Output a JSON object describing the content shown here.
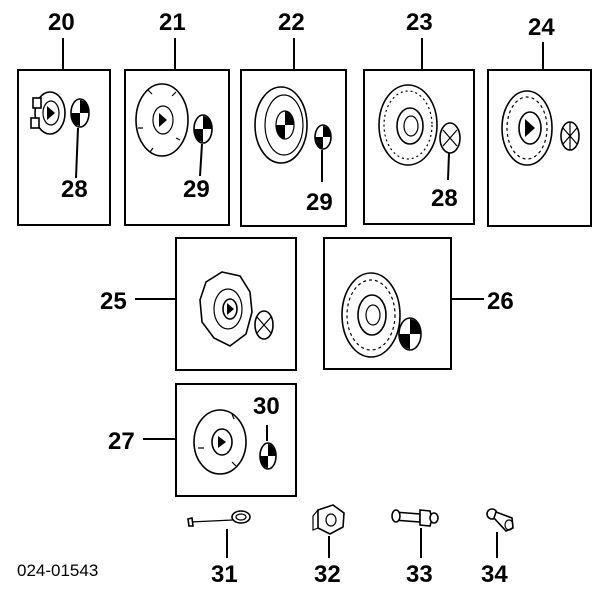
{
  "diagram": {
    "code": "024-01543",
    "callouts": {
      "c20": "20",
      "c21": "21",
      "c22": "22",
      "c23": "23",
      "c24": "24",
      "c25": "25",
      "c26": "26",
      "c27": "27",
      "c28a": "28",
      "c29a": "29",
      "c29b": "29",
      "c28b": "28",
      "c30": "30",
      "c31": "31",
      "c32": "32",
      "c33": "33",
      "c34": "34"
    }
  }
}
